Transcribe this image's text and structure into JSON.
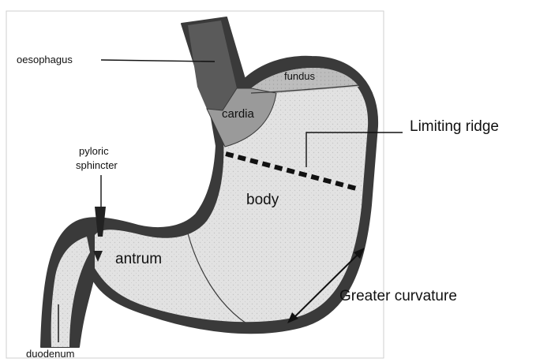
{
  "labels": {
    "oesophagus": "oesophagus",
    "fundus": "fundus",
    "cardia": "cardia",
    "limiting_ridge": "Limiting ridge",
    "pyloric_line1": "pyloric",
    "pyloric_line2": "sphincter",
    "body": "body",
    "antrum": "antrum",
    "greater_curvature": "Greater curvature",
    "duodenum": "duodenum"
  },
  "colors": {
    "wall": "#3a3a3a",
    "lumen": "#dcdcdc",
    "oesophagus_fill": "#555555",
    "cardia_fill": "#9a9a9a",
    "fundus_fill": "#b5b5b5",
    "frame": "#c8c8c8",
    "text": "#111111"
  }
}
